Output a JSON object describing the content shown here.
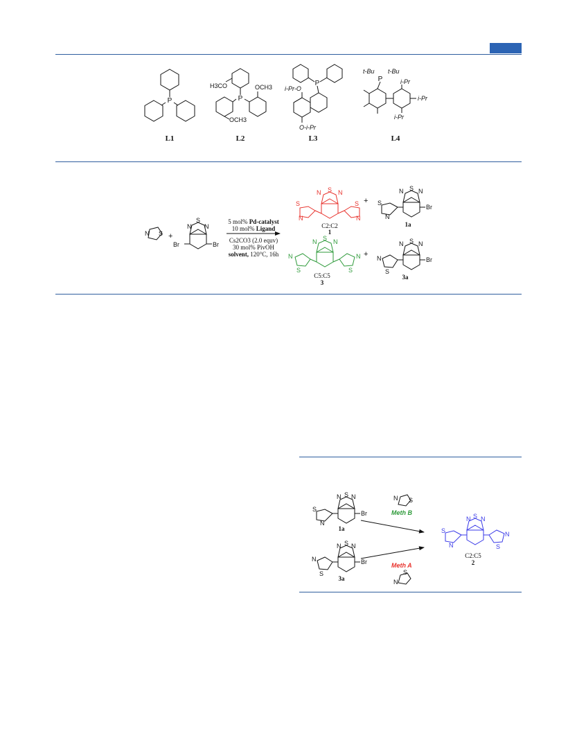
{
  "header": {
    "tab_color": "#2c64b4",
    "rule_color": "#2e5d9e"
  },
  "ligands": {
    "L1": {
      "label": "L1",
      "atoms": {
        "p": "P"
      }
    },
    "L2": {
      "label": "L2",
      "atoms": {
        "p": "P",
        "ome1": "H3CO",
        "ome2": "OCH3",
        "ome3": "OCH3"
      }
    },
    "L3": {
      "label": "L3",
      "atoms": {
        "p": "P",
        "o1": "i-Pr-O",
        "o2": "O-i-Pr"
      }
    },
    "L4": {
      "label": "L4",
      "atoms": {
        "p": "P",
        "tbu1": "t-Bu",
        "tbu2": "t-Bu",
        "ipr1": "i-Pr",
        "ipr2": "i-Pr",
        "ipr3": "i-Pr"
      }
    }
  },
  "scheme1": {
    "reactant_thiazole": {
      "S": "S",
      "N": "N"
    },
    "plus": "+",
    "reactant_btd": {
      "S": "S",
      "N1": "N",
      "N2": "N",
      "Br1": "Br",
      "Br2": "Br"
    },
    "conditions": {
      "line1_prefix": "5 mol% ",
      "line1_bold": "Pd-catalyst",
      "line2_prefix": "10 mol% ",
      "line2_bold": "Ligand",
      "line3": "Cs2CO3 (2.0 equv)",
      "line4": "30 mol% PivOH",
      "line5_bold": "solvent,",
      "line5_rest": " 120°C, 16h"
    },
    "product1": {
      "name": "C2:C2",
      "number": "1",
      "color": "#e8322c"
    },
    "product1a": {
      "number": "1a",
      "Br": "Br"
    },
    "product3": {
      "name": "C5:C5",
      "number": "3",
      "color": "#2e9a3a"
    },
    "product3a": {
      "number": "3a",
      "Br": "Br"
    }
  },
  "scheme2": {
    "sm1": {
      "number": "1a",
      "Br": "Br"
    },
    "sm2": {
      "number": "3a",
      "Br": "Br"
    },
    "method_b": {
      "label": "Meth B",
      "color": "#2e9a3a"
    },
    "method_a": {
      "label": "Meth A",
      "color": "#e8322c"
    },
    "product": {
      "name": "C2:C5",
      "number": "2",
      "color": "#3a3ae8"
    }
  }
}
